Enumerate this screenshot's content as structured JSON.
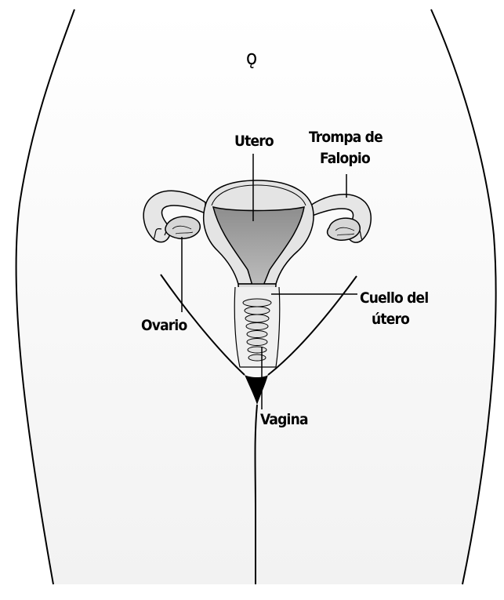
{
  "diagram": {
    "symbol": "ǫ",
    "labels": {
      "utero": "Utero",
      "trompa_line1": "Trompa de",
      "trompa_line2": "Falopio",
      "cuello_line1": "Cuello del",
      "cuello_line2": "útero",
      "ovario": "Ovario",
      "vagina": "Vagina"
    }
  }
}
